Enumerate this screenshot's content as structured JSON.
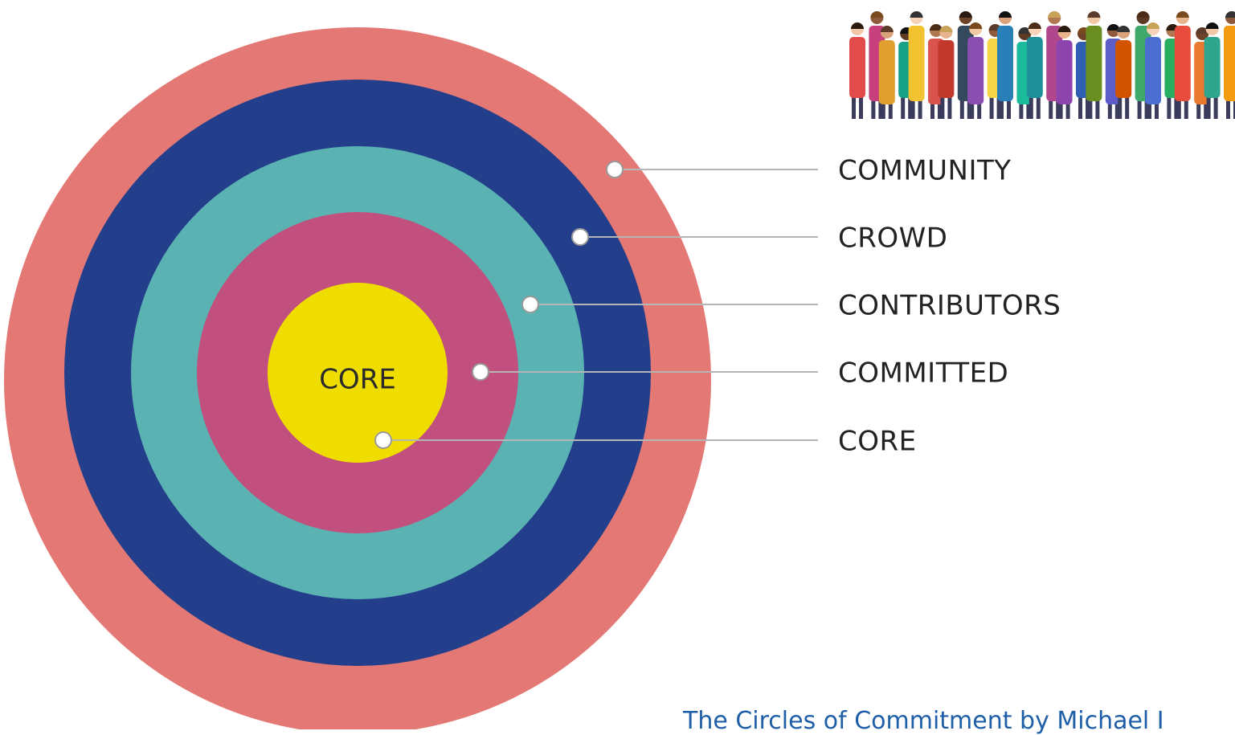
{
  "diagram": {
    "center_label": "CORE",
    "rings": [
      {
        "id": "community",
        "label": "COMMUNITY",
        "color": "#e37874"
      },
      {
        "id": "crowd",
        "label": "CROWD",
        "color": "#233e8b"
      },
      {
        "id": "contributors",
        "label": "CONTRIBUTORS",
        "color": "#5ab2b3"
      },
      {
        "id": "committed",
        "label": "COMMITTED",
        "color": "#c2507e"
      },
      {
        "id": "core",
        "label": "CORE",
        "color": "#f0dd00"
      }
    ]
  },
  "illustration": {
    "name": "crowd of diverse people"
  },
  "caption": "The Circles of Commitment by Michael I"
}
